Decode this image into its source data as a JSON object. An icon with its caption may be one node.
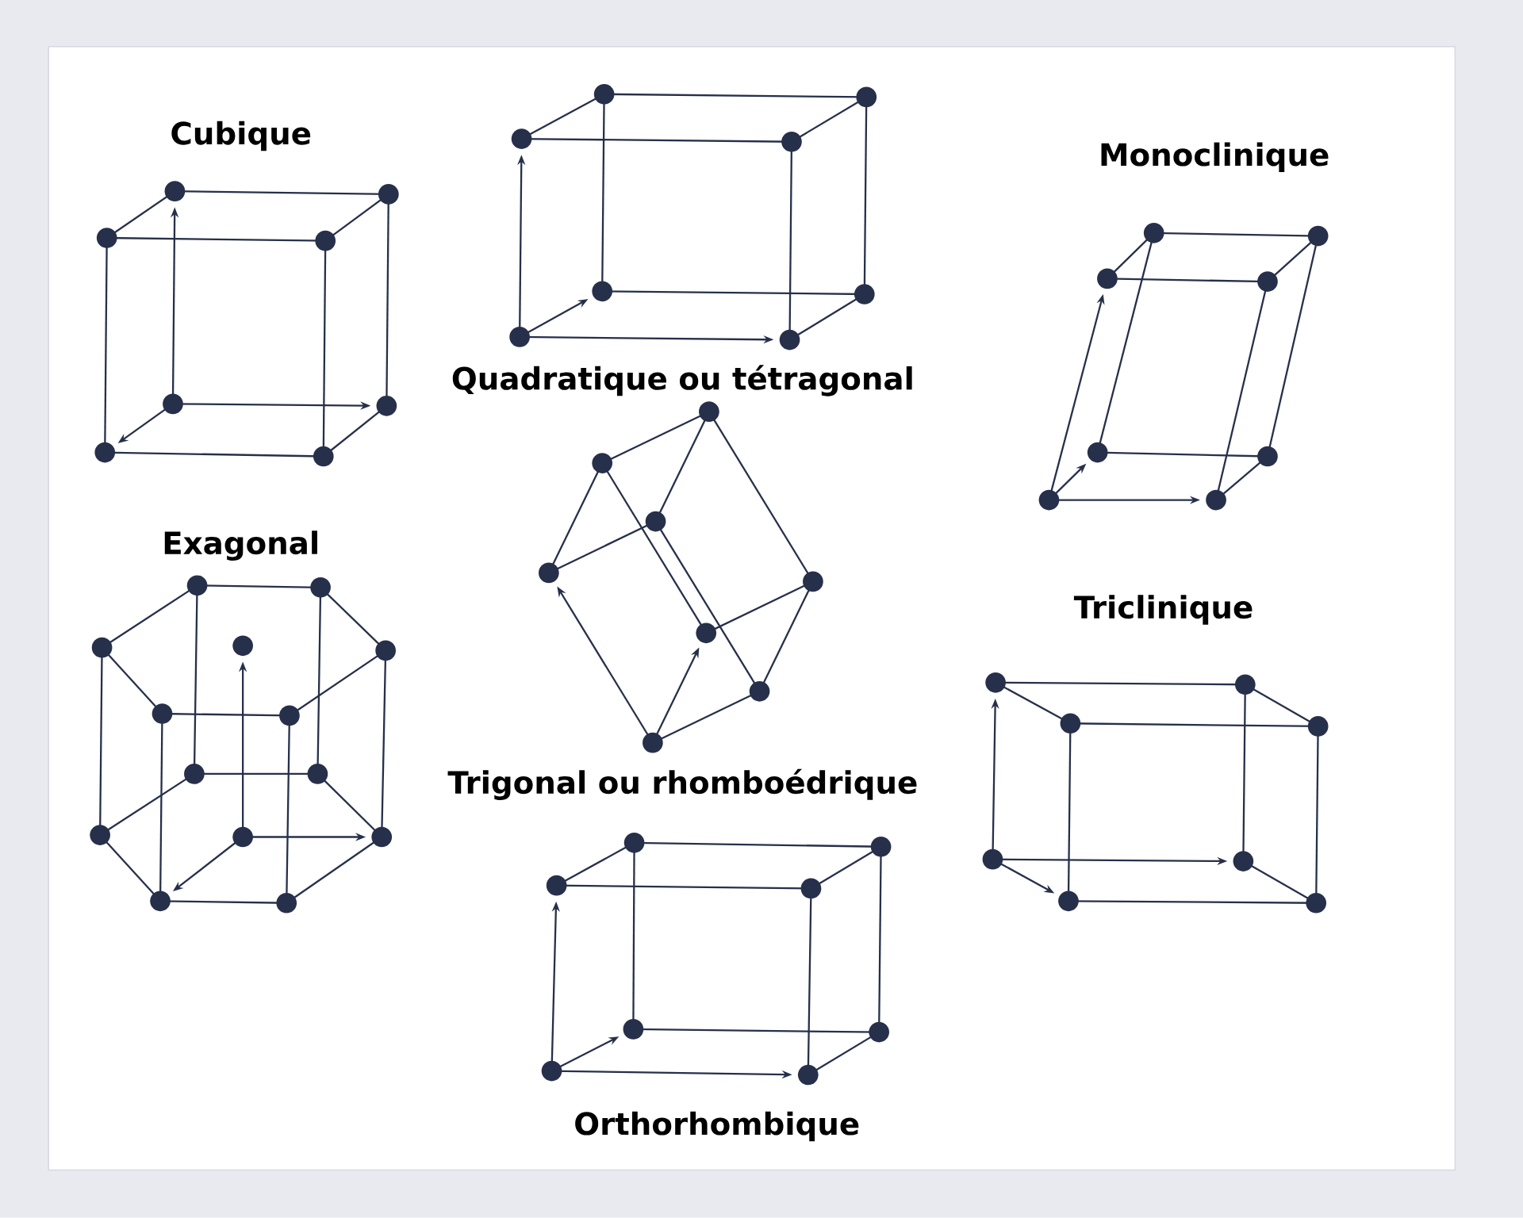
{
  "diagram": {
    "labels": [
      "Cubique",
      "Quadratique ou  tétragonal",
      "Monoclinique",
      "Exagonal",
      "Trigonal ou rhomboédrique",
      "Triclinique",
      "Orthorhombique"
    ]
  }
}
